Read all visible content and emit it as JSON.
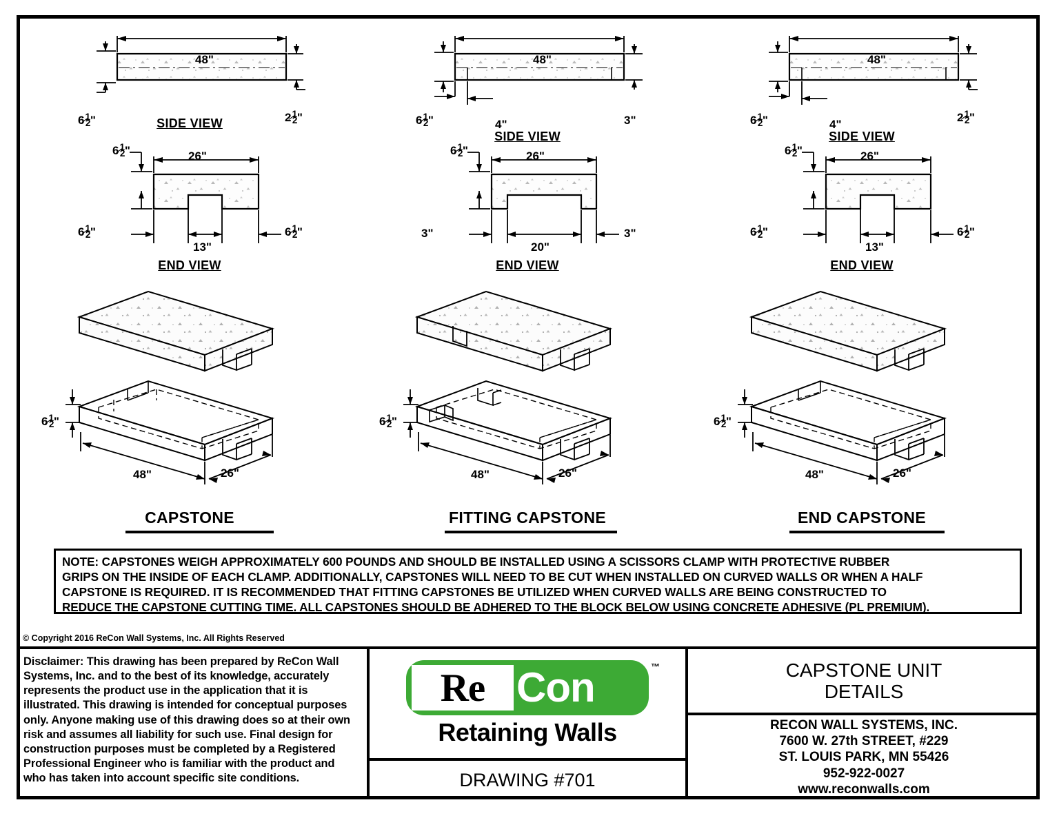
{
  "drawing": {
    "title_line1": "CAPSTONE UNIT",
    "title_line2": "DETAILS",
    "drawing_number": "DRAWING #701"
  },
  "columns": [
    {
      "id": "capstone",
      "group_label": "CAPSTONE",
      "side_view_label": "SIDE VIEW",
      "end_view_label": "END VIEW",
      "side_dims": {
        "length": "48\"",
        "left_height": "6",
        "left_height_frac": "1/2",
        "right_height": "2",
        "right_height_frac": "1/2"
      },
      "end_dims": {
        "width": "26\"",
        "top_height": "6",
        "top_height_frac": "1/2",
        "left_leg": "6",
        "left_leg_frac": "1/2",
        "notch": "13\"",
        "right_leg": "6",
        "right_leg_frac": "1/2"
      },
      "iso_dims": {
        "height": "6",
        "height_frac": "1/2",
        "length": "48\"",
        "width": "26\""
      }
    },
    {
      "id": "fitting-capstone",
      "group_label": "FITTING CAPSTONE",
      "side_view_label": "SIDE VIEW",
      "end_view_label": "END VIEW",
      "side_dims": {
        "length": "48\"",
        "left_height": "6",
        "left_height_frac": "1/2",
        "inset": "4\"",
        "right_height": "3\""
      },
      "end_dims": {
        "width": "26\"",
        "top_height": "6",
        "top_height_frac": "1/2",
        "left_leg": "3\"",
        "notch": "20\"",
        "right_leg": "3\""
      },
      "iso_dims": {
        "height": "6",
        "height_frac": "1/2",
        "length": "48\"",
        "width": "26\""
      }
    },
    {
      "id": "end-capstone",
      "group_label": "END CAPSTONE",
      "side_view_label": "SIDE VIEW",
      "end_view_label": "END VIEW",
      "side_dims": {
        "length": "48\"",
        "left_height": "6",
        "left_height_frac": "1/2",
        "inset": "4\"",
        "right_height": "2",
        "right_height_frac": "1/2"
      },
      "end_dims": {
        "width": "26\"",
        "top_height": "6",
        "top_height_frac": "1/2",
        "left_leg": "6",
        "left_leg_frac": "1/2",
        "notch": "13\"",
        "right_leg": "6",
        "right_leg_frac": "1/2"
      },
      "iso_dims": {
        "height": "6",
        "height_frac": "1/2",
        "length": "48\"",
        "width": "26\""
      }
    }
  ],
  "note": {
    "line1": "NOTE: CAPSTONES WEIGH APPROXIMATELY 600 POUNDS AND SHOULD BE INSTALLED USING A SCISSORS CLAMP WITH PROTECTIVE RUBBER",
    "line2": "GRIPS ON THE INSIDE OF EACH CLAMP. ADDITIONALLY, CAPSTONES WILL NEED TO BE CUT WHEN INSTALLED ON CURVED WALLS OR WHEN A HALF",
    "line3": "CAPSTONE IS REQUIRED. IT IS RECOMMENDED THAT FITTING CAPSTONES BE UTILIZED WHEN CURVED WALLS ARE BEING CONSTRUCTED TO",
    "line4": "REDUCE THE CAPSTONE CUTTING TIME. ALL CAPSTONES SHOULD BE ADHERED TO THE BLOCK BELOW USING CONCRETE ADHESIVE (PL PREMIUM)."
  },
  "copyright": "© Copyright 2016 ReCon Wall Systems, Inc. All Rights Reserved",
  "disclaimer": "Disclaimer: This drawing has been prepared by ReCon Wall Systems, Inc. and to the best of its knowledge, accurately represents the product use in the application that it is illustrated. This drawing is intended for conceptual purposes only. Anyone making use of this drawing does so at their own risk and assumes all liability for such use. Final design for construction purposes must be completed by a Registered Professional Engineer who is familiar with the product and who has taken into account specific site conditions.",
  "logo": {
    "re_text": "Re",
    "con_text": "Con",
    "trademark": "™",
    "tagline": "Retaining Walls",
    "green": "#3DAA35"
  },
  "company": {
    "name": "RECON WALL SYSTEMS, INC.",
    "street": "7600 W. 27th STREET, #229",
    "city": "ST. LOUIS PARK, MN 55426",
    "phone": "952-922-0027",
    "website": "www.reconwalls.com"
  }
}
